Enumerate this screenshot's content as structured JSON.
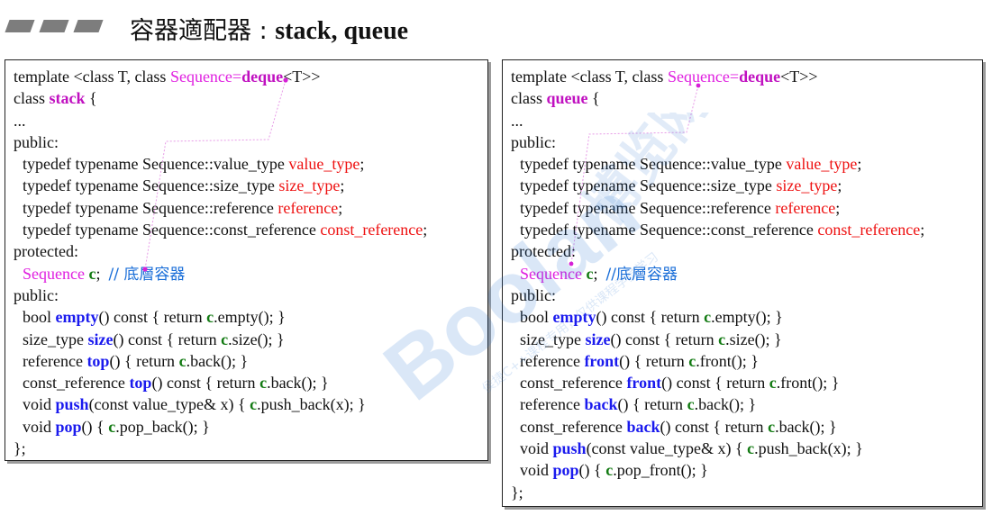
{
  "title": {
    "cjk": "容器適配器 :",
    "latin": "stack, queue"
  },
  "stack": {
    "line1": {
      "a": "template <class T, class ",
      "b": "Sequence",
      "c": "=",
      "d": "deque",
      "e": "<T>>"
    },
    "line2": {
      "a": "class ",
      "b": "stack",
      "c": " {"
    },
    "line3": "...",
    "line4": "public:",
    "line5": {
      "a": "typedef typename Sequence::value_type ",
      "b": "value_type",
      "c": ";"
    },
    "line6": {
      "a": "typedef typename Sequence::size_type ",
      "b": "size_type",
      "c": ";"
    },
    "line7": {
      "a": "typedef typename Sequence::reference ",
      "b": "reference",
      "c": ";"
    },
    "line8": {
      "a": "typedef typename Sequence::const_reference ",
      "b": "const_reference",
      "c": ";"
    },
    "line9": "protected:",
    "line10": {
      "a": "Sequence",
      "b": " ",
      "c": "c",
      "d": ";  ",
      "e": "// 底層容器"
    },
    "line11": "public:",
    "line12": {
      "a": "bool ",
      "b": "empty",
      "c": "() const { return ",
      "d": "c",
      "e": ".empty(); }"
    },
    "line13": {
      "a": "size_type ",
      "b": "size",
      "c": "() const { return ",
      "d": "c",
      "e": ".size(); }"
    },
    "line14": {
      "a": "reference ",
      "b": "top",
      "c": "() { return ",
      "d": "c",
      "e": ".back(); }"
    },
    "line15": {
      "a": "const_reference ",
      "b": "top",
      "c": "() const { return ",
      "d": "c",
      "e": ".back(); }"
    },
    "line16": {
      "a": "void ",
      "b": "push",
      "c": "(const value_type& x) { ",
      "d": "c",
      "e": ".push_back(x); }"
    },
    "line17": {
      "a": "void ",
      "b": "pop",
      "c": "() { ",
      "d": "c",
      "e": ".pop_back(); }"
    },
    "line18": "};"
  },
  "queue": {
    "line1": {
      "a": "template <class T, class ",
      "b": "Sequence",
      "c": "=",
      "d": "deque",
      "e": "<T>>"
    },
    "line2": {
      "a": "class ",
      "b": "queue",
      "c": " {"
    },
    "line3": "...",
    "line4": "public:",
    "line5": {
      "a": "typedef typename Sequence::value_type ",
      "b": "value_type",
      "c": ";"
    },
    "line6": {
      "a": "typedef typename Sequence::size_type ",
      "b": "size_type",
      "c": ";"
    },
    "line7": {
      "a": "typedef typename Sequence::reference ",
      "b": "reference",
      "c": ";"
    },
    "line8": {
      "a": "typedef typename Sequence::const_reference ",
      "b": "const_reference",
      "c": ";"
    },
    "line9": "protected:",
    "line10": {
      "a": "Sequence",
      "b": " ",
      "c": "c",
      "d": ";  ",
      "e": "//底層容器"
    },
    "line11": "public:",
    "line12": {
      "a": "bool ",
      "b": "empty",
      "c": "() const { return ",
      "d": "c",
      "e": ".empty(); }"
    },
    "line13": {
      "a": "size_type ",
      "b": "size",
      "c": "() const { return ",
      "d": "c",
      "e": ".size(); }"
    },
    "line14": {
      "a": "reference ",
      "b": "front",
      "c": "() { return ",
      "d": "c",
      "e": ".front(); }"
    },
    "line15": {
      "a": "const_reference ",
      "b": "front",
      "c": "() const { return ",
      "d": "c",
      "e": ".front(); }"
    },
    "line16": {
      "a": "reference ",
      "b": "back",
      "c": "() { return ",
      "d": "c",
      "e": ".back(); }"
    },
    "line17": {
      "a": "const_reference ",
      "b": "back",
      "c": "() const { return ",
      "d": "c",
      "e": ".back(); }"
    },
    "line18": {
      "a": "void ",
      "b": "push",
      "c": "(const value_type& x) { ",
      "d": "c",
      "e": ".push_back(x); }"
    },
    "line19": {
      "a": "void ",
      "b": "pop",
      "c": "() { ",
      "d": "c",
      "e": ".pop_front(); }"
    },
    "line20": "};"
  },
  "colors": {
    "template_param": "#e020e0",
    "typedef_name": "#ee1111",
    "member_function": "#1a1aee",
    "member_variable": "#127a12",
    "comment": "#1a6ed8"
  },
  "watermark": {
    "brand": "Boolan",
    "cjk_big": "博览网",
    "note": "侯捷C++课程专用，仅供课程学员学习"
  }
}
